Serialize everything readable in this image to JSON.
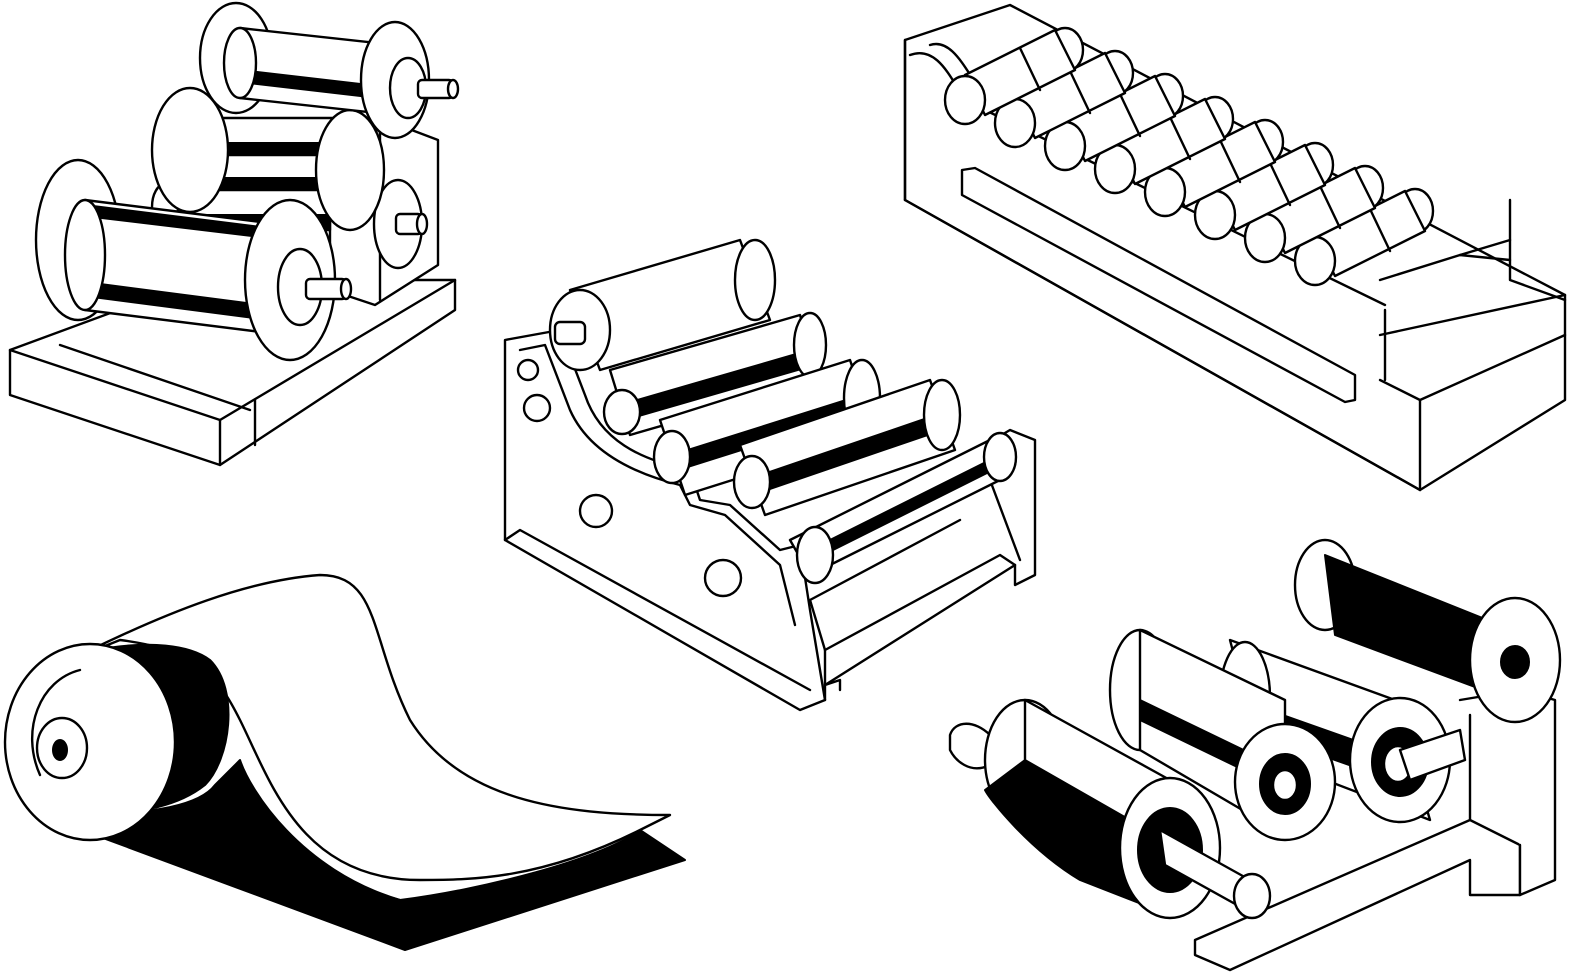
{
  "illustration": {
    "style": "black line art on white",
    "ink_color": "#000000",
    "paper_color": "#ffffff",
    "objects": [
      {
        "id": "roller-stand-machine",
        "roller_count": 5
      },
      {
        "id": "roller-rack-machine",
        "roller_count": 8
      },
      {
        "id": "printing-roller-machine",
        "roller_count": 5
      },
      {
        "id": "sheet-roll"
      },
      {
        "id": "calender-roller-machine",
        "roller_count": 4
      }
    ]
  }
}
